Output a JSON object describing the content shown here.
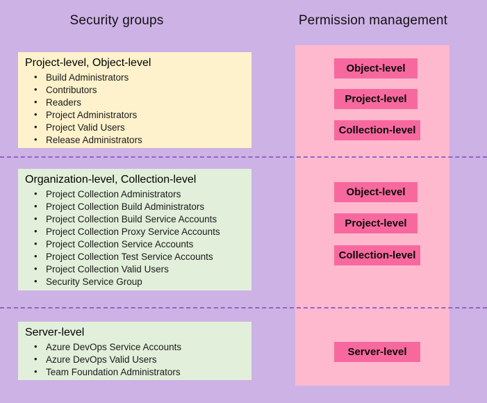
{
  "headers": {
    "security_groups": "Security groups",
    "permission_management": "Permission management"
  },
  "colors": {
    "background_purple": "#cdb2e6",
    "card_cream": "#fdf2cc",
    "card_green": "#e2efda",
    "panel_pink": "#ffb9cf",
    "badge_pink": "#f7699e",
    "divider_purple": "#9163c4"
  },
  "groups": [
    {
      "title": "Project-level, Object-level",
      "items": [
        "Build Administrators",
        "Contributors",
        "Readers",
        "Project Administrators",
        "Project Valid Users",
        "Release Administrators"
      ],
      "permissions": [
        "Object-level",
        "Project-level",
        "Collection-level"
      ]
    },
    {
      "title": "Organization-level, Collection-level",
      "items": [
        "Project Collection Administrators",
        "Project Collection Build Administrators",
        "Project Collection Build Service Accounts",
        "Project Collection Proxy Service Accounts",
        "Project Collection Service Accounts",
        "Project Collection Test Service Accounts",
        "Project Collection Valid Users",
        "Security Service Group"
      ],
      "permissions": [
        "Object-level",
        "Project-level",
        "Collection-level"
      ]
    },
    {
      "title": "Server-level",
      "items": [
        "Azure DevOps Service Accounts",
        "Azure DevOps Valid Users",
        "Team Foundation Administrators"
      ],
      "permissions": [
        "Server-level"
      ]
    }
  ]
}
